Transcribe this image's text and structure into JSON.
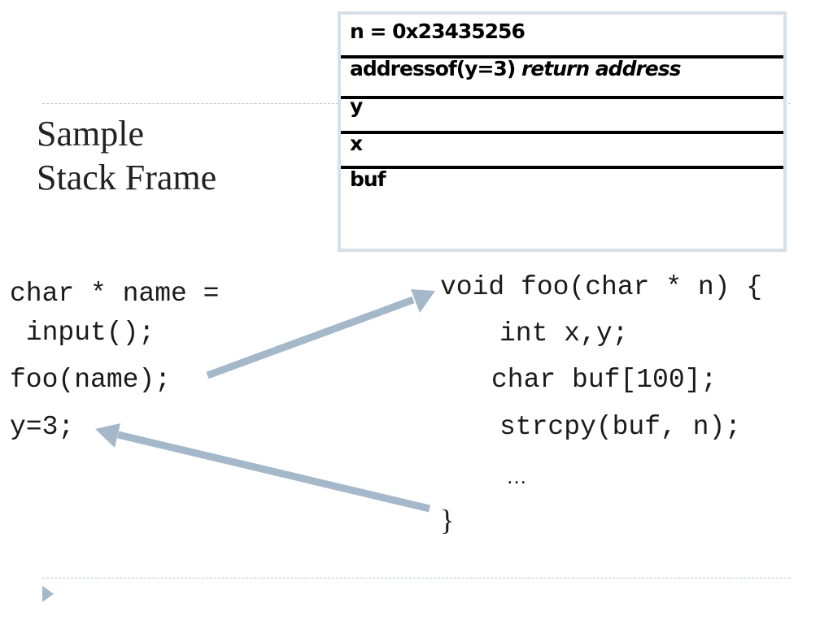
{
  "slide": {
    "title_line1": "Sample",
    "title_line2": "Stack Frame"
  },
  "stack_frame": {
    "rows": [
      {
        "text": "n = 0x23435256",
        "suffix_italic": ""
      },
      {
        "text": "addressof(y=3) ",
        "suffix_italic": "return address"
      },
      {
        "text": "y",
        "suffix_italic": ""
      },
      {
        "text": "x",
        "suffix_italic": ""
      },
      {
        "text": "buf",
        "suffix_italic": ""
      }
    ]
  },
  "caller_code": {
    "line1": "char * name =",
    "line2": " input();",
    "line3": "foo(name);",
    "line4": "y=3;"
  },
  "callee_code": {
    "line1": "void foo(char * n) {",
    "line2": "int x,y;",
    "line3": "char buf[100];",
    "line4": "strcpy(buf, n);",
    "line5": "…",
    "line6": "}"
  },
  "colors": {
    "arrow": "#a4b8ca",
    "frame_border": "#d6e0e8",
    "rule": "#b9c9d6",
    "bullet": "#a4b8ca"
  },
  "icons": {
    "bullet": "triangle-bullet-icon"
  }
}
